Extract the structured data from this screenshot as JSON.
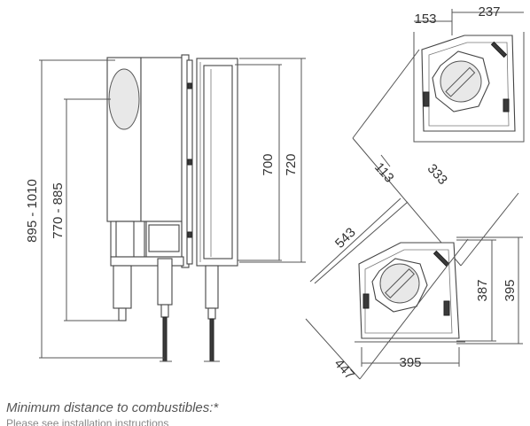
{
  "dimensions": {
    "front_height_total": "895 - 1010",
    "front_height_mid": "770 - 885",
    "front_height_700": "700",
    "front_height_720": "720",
    "corner_top_153": "153",
    "corner_top_237": "237",
    "corner_top_113": "113",
    "corner_top_333": "333",
    "corner_bottom_543": "543",
    "corner_bottom_387": "387",
    "corner_bottom_395_side": "395",
    "corner_bottom_395_bottom": "395",
    "corner_bottom_447": "447"
  },
  "caption": {
    "title": "Minimum distance to combustibles:*",
    "subtitle": "Please see installation instructions"
  }
}
